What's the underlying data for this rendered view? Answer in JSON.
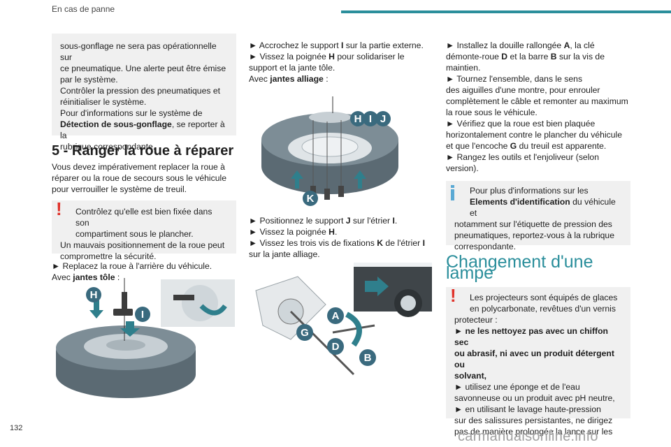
{
  "header": {
    "title": "En cas de panne"
  },
  "page_number": "132",
  "watermark": "carmanualsonline.info",
  "col1": {
    "box1": {
      "l1": "sous-gonflage ne sera pas opérationnelle sur",
      "l2": "ce pneumatique. Une alerte peut être émise",
      "l3": "par le système.",
      "l4": "Contrôler la pression des pneumatiques et",
      "l5": "réinitialiser le système.",
      "l6": "Pour d'informations sur le système de",
      "l7a": "Détection de sous-gonflage",
      "l7b": ", se reporter à la",
      "l8": "rubrique correspondante."
    },
    "heading": "5 - Ranger la roue à réparer",
    "intro1": "Vous devez impérativement replacer la roue à",
    "intro2": "réparer ou la roue de secours sous le véhicule",
    "intro3": "pour verrouiller le système de treuil.",
    "warn": {
      "l1": "Contrôlez qu'elle est bien fixée dans son",
      "l2": "compartiment sous le plancher.",
      "l3": "Un mauvais positionnement de la roue peut",
      "l4": "compromettre la sécurité."
    },
    "step1": "► Replacez la roue à l'arrière du véhicule.",
    "avec": "Avec ",
    "avec_bold": "jantes tôle",
    "avec_end": " :",
    "fig_labels": {
      "h": "H",
      "i": "I"
    }
  },
  "col2": {
    "l1a": "► Accrochez le support ",
    "l1b": "I",
    "l1c": " sur la partie externe.",
    "l2a": "► Vissez la poignée ",
    "l2b": "H",
    "l2c": " pour solidariser le",
    "l3": "support et la jante tôle.",
    "l4a": "Avec ",
    "l4b": "jantes alliage",
    "l4c": " :",
    "fig_labels": {
      "h": "H",
      "i": "I",
      "j": "J",
      "k": "K"
    },
    "s1a": "► Positionnez le support ",
    "s1b": "J",
    "s1c": " sur l'étrier ",
    "s1d": "I",
    "s1e": ".",
    "s2a": "► Vissez la poignée ",
    "s2b": "H",
    "s2c": ".",
    "s3a": "► Vissez les trois vis de fixations ",
    "s3b": "K",
    "s3c": " de l'étrier ",
    "s3d": "I",
    "s4": "sur la jante alliage.",
    "fig2_labels": {
      "a": "A",
      "g": "G",
      "d": "D",
      "b": "B"
    }
  },
  "col3": {
    "p1a": "► Installez la douille rallongée ",
    "p1b": "A",
    "p1c": ", la clé",
    "p2a": "démonte-roue ",
    "p2b": "D",
    "p2c": " et la barre ",
    "p2d": "B",
    "p2e": " sur la vis de",
    "p3": "maintien.",
    "p4": "► Tournez l'ensemble, dans le sens",
    "p5": "des aiguilles d'une montre, pour enrouler",
    "p6": "complètement le câble et remonter au maximum",
    "p7": "la roue sous le véhicule.",
    "p8": "► Vérifiez que la roue est bien plaquée",
    "p9": "horizontalement contre le plancher du véhicule",
    "p10a": "et que l'encoche ",
    "p10b": "G",
    "p10c": " du treuil est apparente.",
    "p11": "► Rangez les outils et l'enjoliveur (selon",
    "p12": "version).",
    "info": {
      "l1": "Pour plus d'informations sur les",
      "l2a": "Elements d'identification",
      "l2b": " du véhicule et",
      "l3": "notamment sur l'étiquette de pression des",
      "l4": "pneumatiques, reportez-vous à la rubrique",
      "l5": "correspondante."
    },
    "heading": "Changement d'une lampe",
    "warn": {
      "l1": "Les projecteurs sont équipés de glaces",
      "l2": "en polycarbonate, revêtues d'un vernis",
      "l3": "protecteur :",
      "l4": "► ne les nettoyez pas avec un chiffon sec",
      "l5": "ou abrasif, ni avec un produit détergent ou",
      "l6": "solvant,",
      "l7": "► utilisez une éponge et de l'eau",
      "l8": "savonneuse ou un produit avec pH neutre,",
      "l9": "► en utilisant le lavage haute-pression",
      "l10": "sur des salissures persistantes, ne dirigez",
      "l11": "pas de manière prolongée la lance sur les"
    }
  },
  "colors": {
    "accent": "#2a8e9b",
    "callout": "#3a6a7e",
    "warning": "#e0322a",
    "info": "#5aa9d4",
    "box": "#f0f0f0"
  }
}
